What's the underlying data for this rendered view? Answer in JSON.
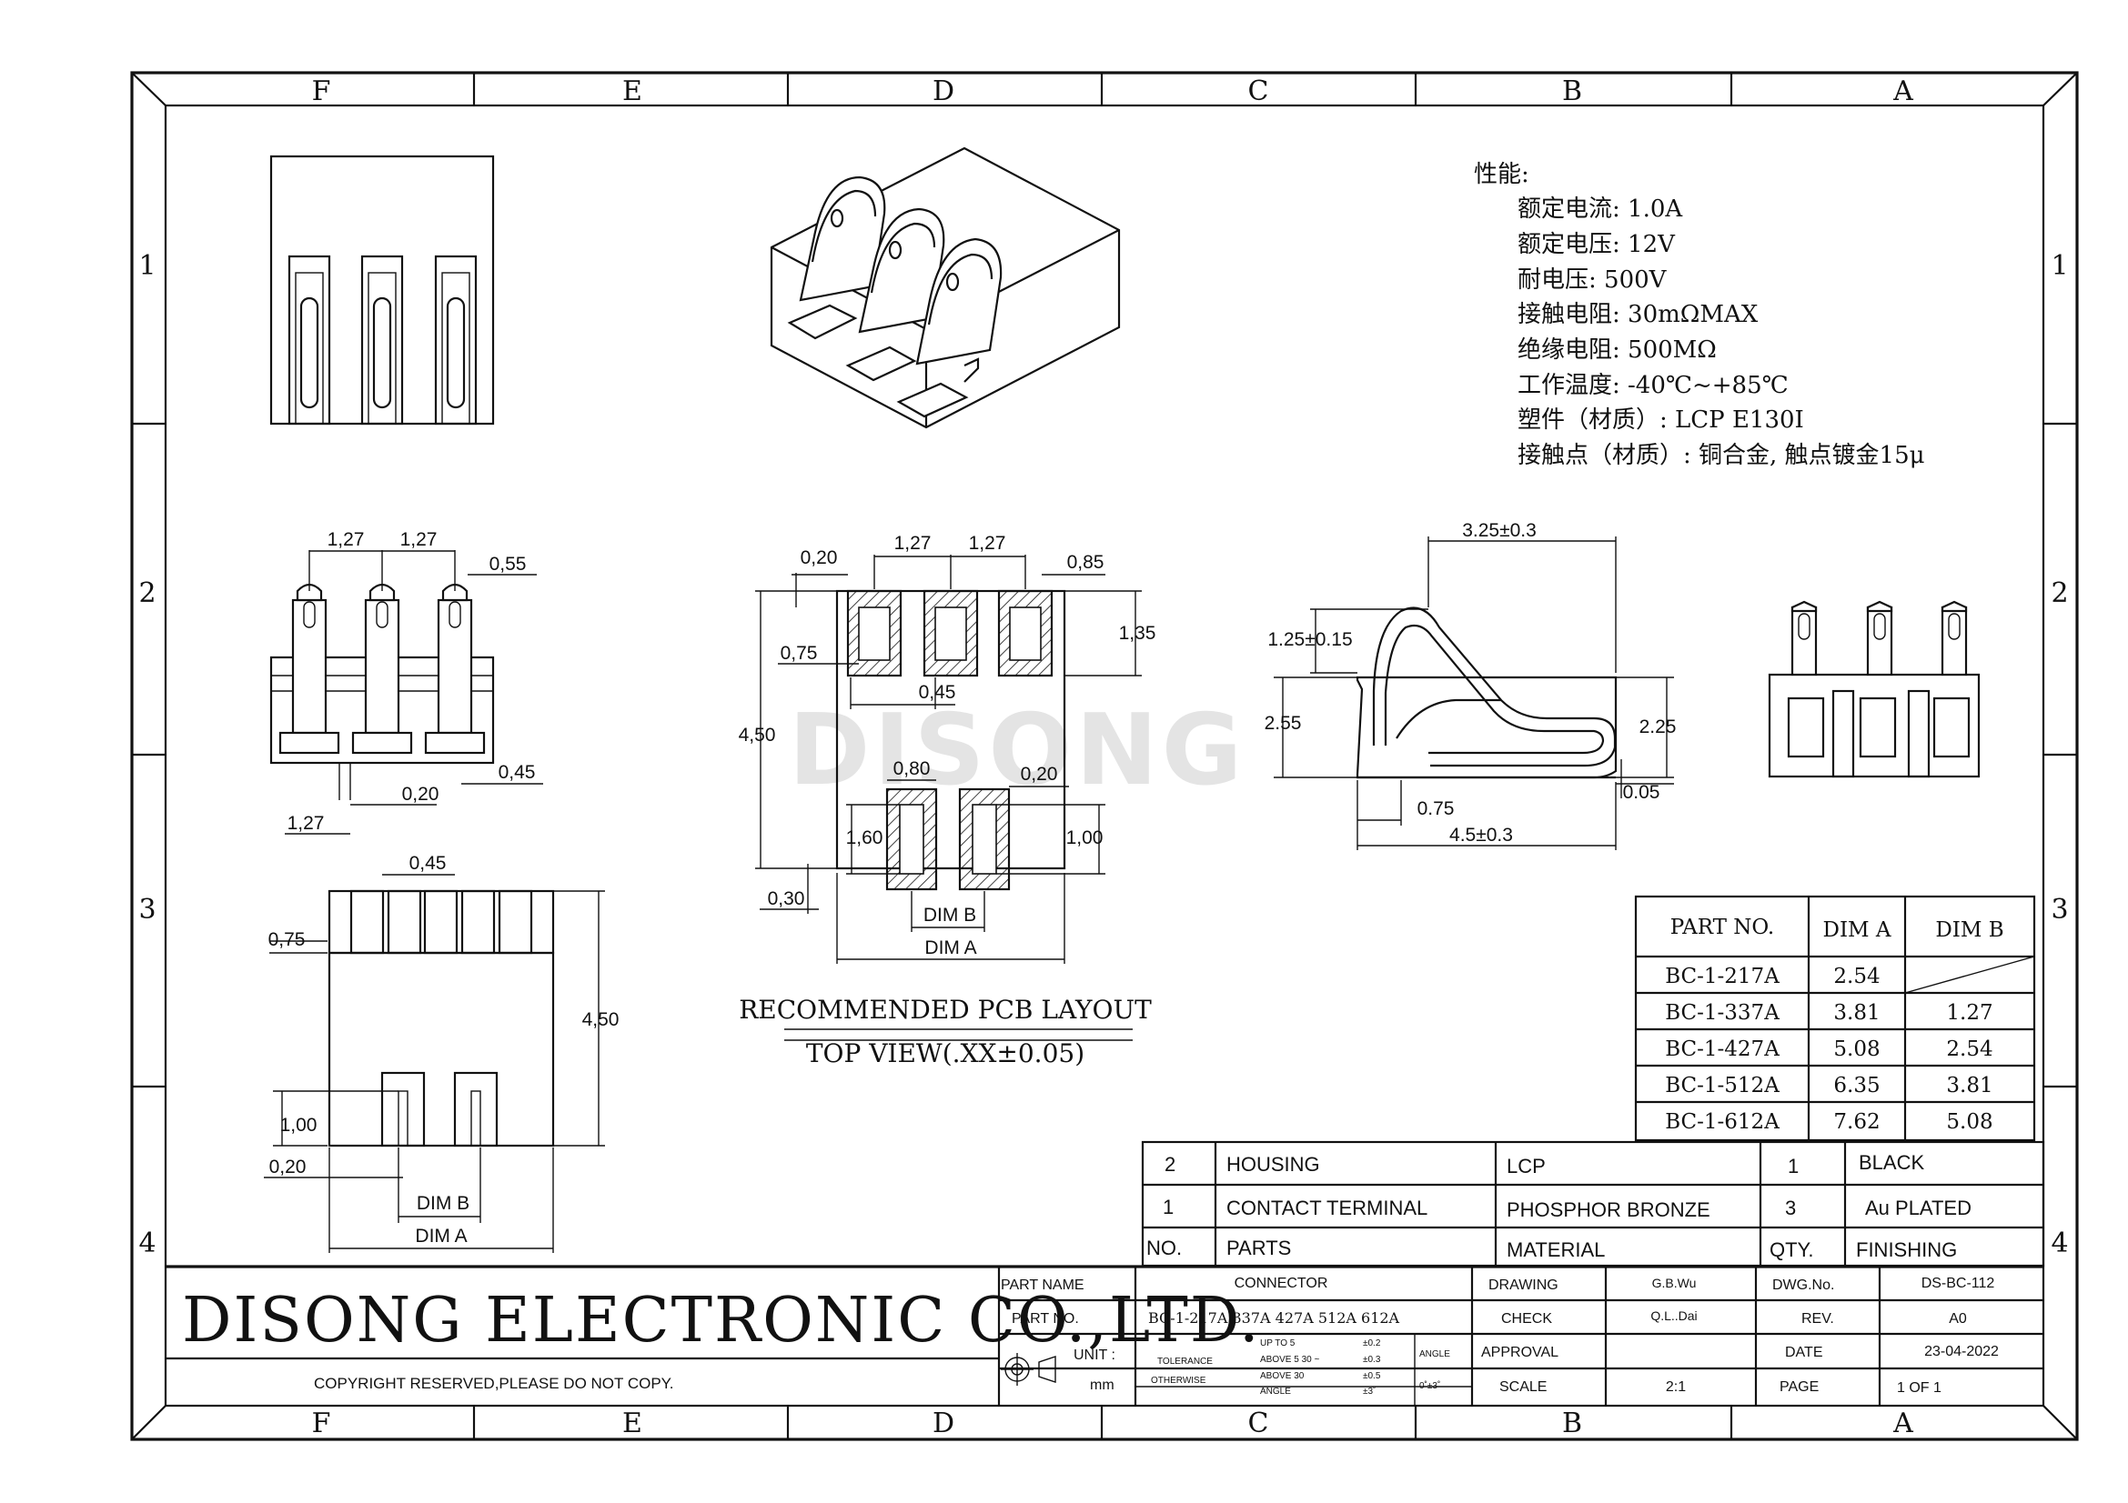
{
  "zones": {
    "cols": [
      "F",
      "E",
      "D",
      "C",
      "B",
      "A"
    ],
    "rows": [
      "1",
      "2",
      "3",
      "4"
    ]
  },
  "specs": {
    "heading": "性能:",
    "lines": [
      "额定电流: 1.0A",
      "额定电压: 12V",
      "耐电压: 500V",
      "接触电阻: 30mΩMAX",
      "绝缘电阻: 500MΩ",
      "工作温度: -40℃~+85℃",
      "塑件（材质）: LCP E130I",
      "接触点（材质）: 铜合金, 触点镀金15μ"
    ]
  },
  "watermark": "DISONG",
  "front_view": {
    "dims": [
      "1,27",
      "1,27",
      "0,55",
      "0,45",
      "0,20",
      "1,27"
    ]
  },
  "bottom_view": {
    "dims": [
      "0,45",
      "0,75",
      "4,50",
      "1,00",
      "0,20",
      "DIM B",
      "DIM A"
    ]
  },
  "pcb_layout": {
    "dims": [
      "0,20",
      "1,27",
      "1,27",
      "0,85",
      "1,35",
      "0,75",
      "0,45",
      "4,50",
      "0,80",
      "0,20",
      "1,60",
      "1,00",
      "0,30",
      "DIM B",
      "DIM A"
    ],
    "title": "RECOMMENDED PCB LAYOUT",
    "subtitle": "TOP VIEW(.XX±0.05)"
  },
  "side_view": {
    "dims": [
      "3.25±0.3",
      "1.25±0.15",
      "2.55",
      "2.25",
      "0.05",
      "0.75",
      "4.5±0.3"
    ]
  },
  "dim_table": {
    "headers": [
      "PART NO.",
      "DIM A",
      "DIM B"
    ],
    "rows": [
      [
        "BC-1-217A",
        "2.54",
        ""
      ],
      [
        "BC-1-337A",
        "3.81",
        "1.27"
      ],
      [
        "BC-1-427A",
        "5.08",
        "2.54"
      ],
      [
        "BC-1-512A",
        "6.35",
        "3.81"
      ],
      [
        "BC-1-612A",
        "7.62",
        "5.08"
      ]
    ]
  },
  "bom": {
    "rows": [
      [
        "2",
        "HOUSING",
        "LCP",
        "1",
        "BLACK"
      ],
      [
        "1",
        "CONTACT TERMINAL",
        "PHOSPHOR BRONZE",
        "3",
        "Au PLATED"
      ],
      [
        "NO.",
        "PARTS",
        "MATERIAL",
        "QTY.",
        "FINISHING"
      ]
    ]
  },
  "title_block": {
    "company": "DISONG ELECTRONIC CO.,LTD.",
    "copyright": "COPYRIGHT RESERVED,PLEASE DO NOT COPY.",
    "part_name_label": "PART NAME",
    "part_name": "CONNECTOR",
    "part_no_label": "PART NO.",
    "part_no": "BC-1-217A 337A 427A 512A 612A",
    "unit_label": "UNIT :",
    "unit": "mm",
    "tolerance_label": "TOLERANCE",
    "otherwise_label": "OTHERWISE",
    "tol_ranges": [
      "UP TO 5",
      "ABOVE 5 30 ~",
      "ABOVE 30",
      "ANGLE"
    ],
    "tol_values": [
      "±0.2",
      "±0.3",
      "±0.5",
      "±3˚"
    ],
    "angle_label": "ANGLE",
    "angle_value": "0˚±3˚",
    "drawing_label": "DRAWING",
    "drawing_by": "G.B.Wu",
    "check_label": "CHECK",
    "check_by": "Q.L..Dai",
    "approval_label": "APPROVAL",
    "scale_label": "SCALE",
    "scale": "2:1",
    "dwg_no_label": "DWG.No.",
    "dwg_no": "DS-BC-112",
    "rev_label": "REV.",
    "rev": "A0",
    "date_label": "DATE",
    "date": "23-04-2022",
    "page_label": "PAGE",
    "page": "1 OF 1"
  }
}
